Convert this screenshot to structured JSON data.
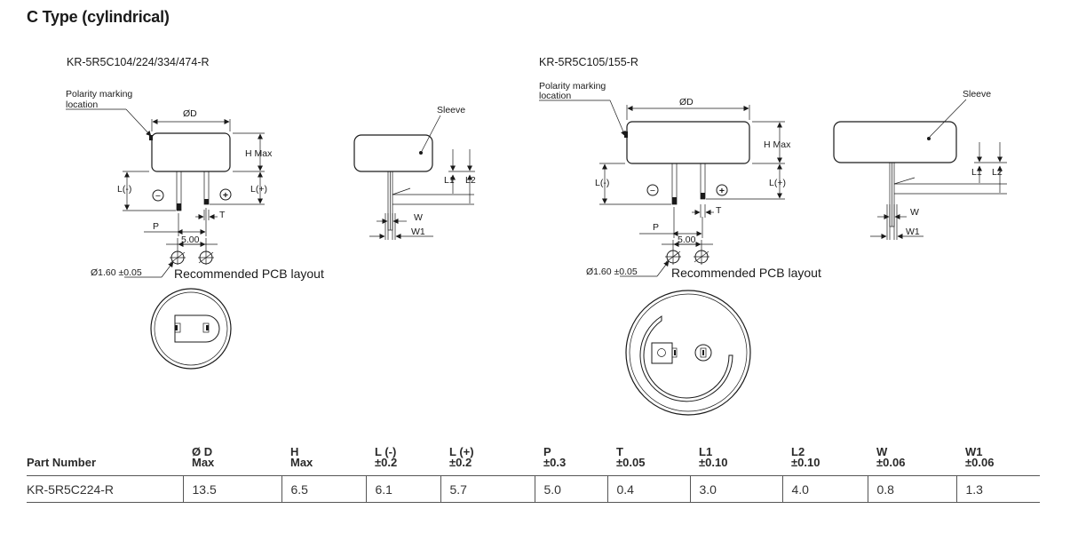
{
  "page_title": "C Type (cylindrical)",
  "left_drawing": {
    "model_title": "KR-5R5C104/224/334/474-R",
    "polarity_line1": "Polarity marking",
    "polarity_line2": "location",
    "dia": "ØD",
    "h_max": "H Max",
    "l_minus": "L(-)",
    "l_plus": "L(+)",
    "minus_sign": "−",
    "plus_sign": "+",
    "t": "T",
    "p": "P",
    "pitch": "5.00",
    "hole": "Ø1.60 ±0.05",
    "pcb_label": "Recommended PCB layout",
    "sleeve": "Sleeve",
    "l1": "L1",
    "l2": "L2",
    "w": "W",
    "w1": "W1"
  },
  "right_drawing": {
    "model_title": "KR-5R5C105/155-R",
    "polarity_line1": "Polarity marking",
    "polarity_line2": "location",
    "dia": "ØD",
    "h_max": "H Max",
    "l_minus": "L(-)",
    "l_plus": "L(+)",
    "minus_sign": "−",
    "plus_sign": "+",
    "t": "T",
    "p": "P",
    "pitch": "5.00",
    "hole": "Ø1.60 ±0.05",
    "pcb_label": "Recommended PCB layout",
    "sleeve": "Sleeve",
    "l1": "L1",
    "l2": "L2",
    "w": "W",
    "w1": "W1"
  },
  "table": {
    "headers": [
      {
        "line1": "",
        "line2": "Part Number"
      },
      {
        "line1": "Ø D",
        "line2": "Max"
      },
      {
        "line1": "H",
        "line2": "Max"
      },
      {
        "line1": "L (-)",
        "line2": "±0.2"
      },
      {
        "line1": "L (+)",
        "line2": "±0.2"
      },
      {
        "line1": "P",
        "line2": "±0.3"
      },
      {
        "line1": "T",
        "line2": "±0.05"
      },
      {
        "line1": "L1",
        "line2": "±0.10"
      },
      {
        "line1": "L2",
        "line2": "±0.10"
      },
      {
        "line1": "W",
        "line2": "±0.06"
      },
      {
        "line1": "W1",
        "line2": "±0.06"
      }
    ],
    "rows": [
      [
        "KR-5R5C224-R",
        "13.5",
        "6.5",
        "6.1",
        "5.7",
        "5.0",
        "0.4",
        "3.0",
        "4.0",
        "0.8",
        "1.3"
      ]
    ]
  }
}
